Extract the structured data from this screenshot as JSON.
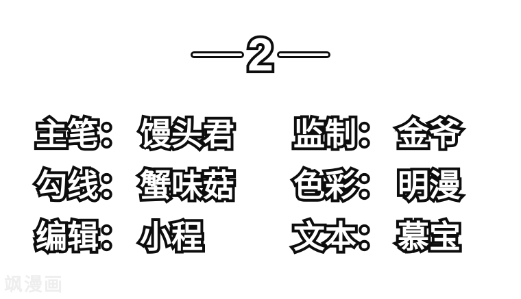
{
  "page": {
    "background": "#ffffff",
    "ink": "#0d0d0d",
    "fill": "#ffffff"
  },
  "chapter": {
    "number": "2"
  },
  "credits": {
    "rows": [
      {
        "left": {
          "label": "主笔：",
          "name": "馒头君"
        },
        "right": {
          "label": "监制：",
          "name": "金爷"
        }
      },
      {
        "left": {
          "label": "勾线：",
          "name": "蟹味菇"
        },
        "right": {
          "label": "色彩：",
          "name": "明漫"
        }
      },
      {
        "left": {
          "label": "编辑：",
          "name": "小程"
        },
        "right": {
          "label": "文本：",
          "name": "慕宝"
        }
      }
    ]
  },
  "watermark": {
    "text": "飒漫画"
  }
}
